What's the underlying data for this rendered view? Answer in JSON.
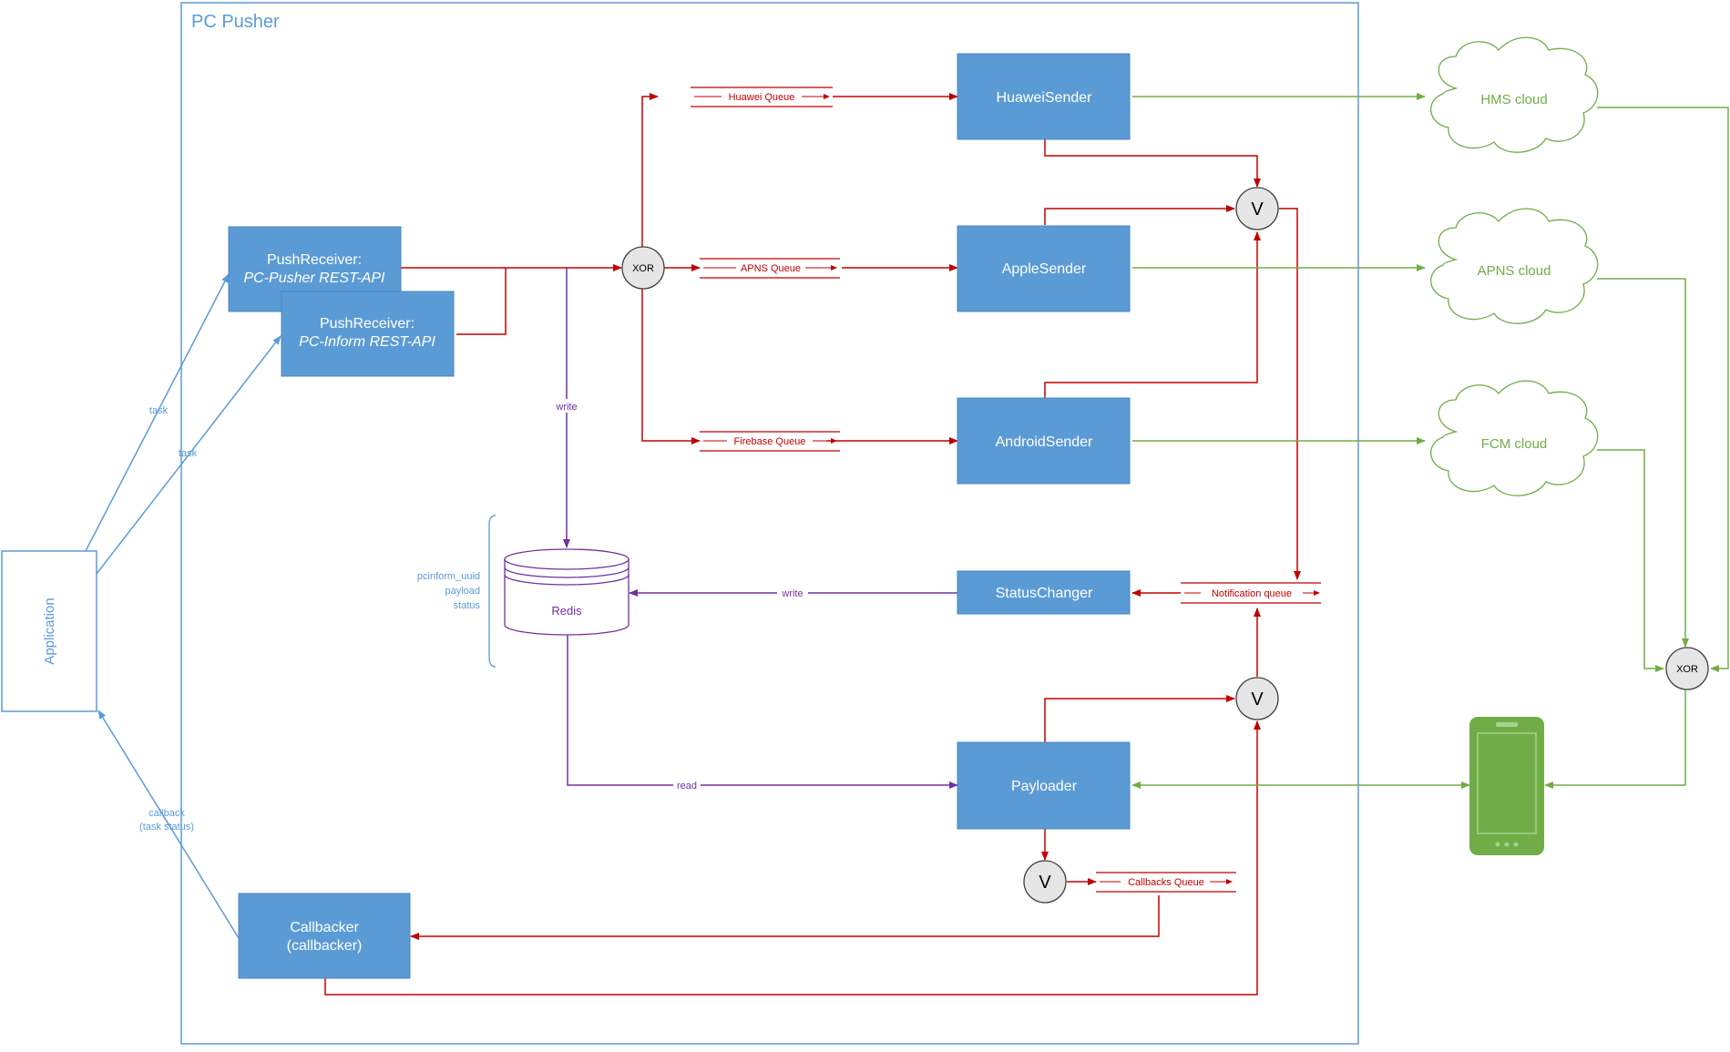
{
  "container": {
    "title": "PC Pusher"
  },
  "application": {
    "label": "Application"
  },
  "push_receiver_1": {
    "line1": "PushReceiver:",
    "line2": "PC-Pusher REST-API"
  },
  "push_receiver_2": {
    "line1": "PushReceiver:",
    "line2": "PC-Inform REST-API"
  },
  "senders": {
    "huawei": "HuaweiSender",
    "apple": "AppleSender",
    "android": "AndroidSender"
  },
  "status_changer": "StatusChanger",
  "payloader": "Payloader",
  "callbacker": {
    "line1": "Callbacker",
    "line2": "(callbacker)"
  },
  "redis": {
    "label": "Redis",
    "fields": [
      "pcinform_uuid",
      "payload",
      "status"
    ]
  },
  "queues": {
    "huawei": "Huawei Queue",
    "apns": "APNS Queue",
    "firebase": "Firebase Queue",
    "notification": "Notification queue",
    "callbacks": "Callbacks Queue"
  },
  "clouds": {
    "hms": "HMS cloud",
    "apns": "APNS cloud",
    "fcm": "FCM cloud"
  },
  "gates": {
    "xor": "XOR",
    "or": "V"
  },
  "edge_labels": {
    "task": "task",
    "callback_line1": "callback",
    "callback_line2": "(task status)",
    "write": "write",
    "read": "read"
  },
  "colors": {
    "box_fill": "#5b9bd5",
    "box_stroke": "#4a86c5",
    "blue_line": "#5b9bd5",
    "red_line": "#c00000",
    "purple_line": "#7030a0",
    "green_line": "#70ad47",
    "container_stroke": "#5b9bd5"
  }
}
